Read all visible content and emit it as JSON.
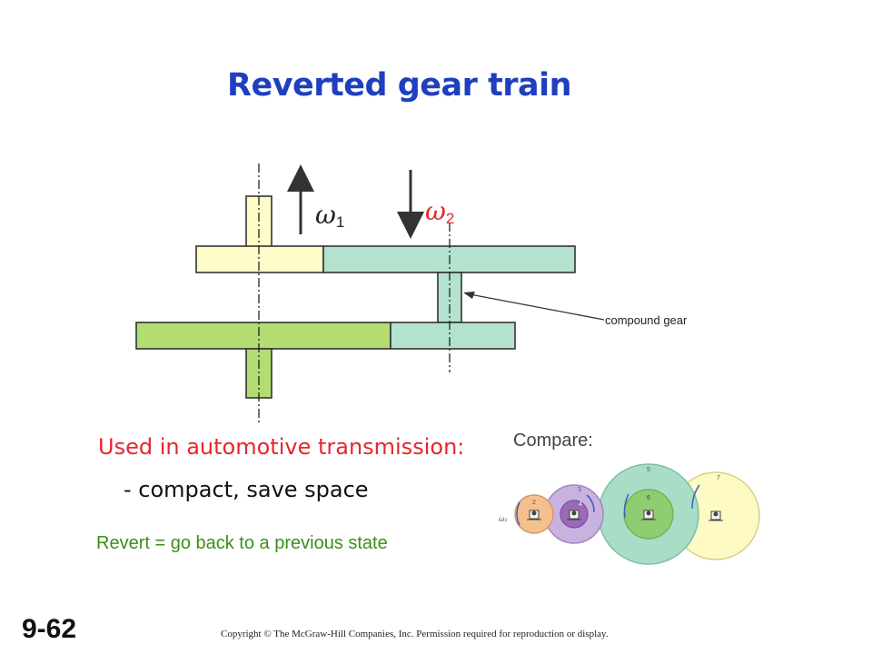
{
  "slide": {
    "title": "Reverted gear train",
    "used_in": "Used in automotive transmission:",
    "bullet": "- compact, save space",
    "definition": "Revert = go back to a previous state",
    "compare_label": "Compare:",
    "slide_number": "9-62",
    "copyright": "Copyright © The McGraw-Hill Companies, Inc. Permission required for reproduction or display."
  },
  "diagram": {
    "omega1_symbol": "ω",
    "omega1_sub": "1",
    "omega2_symbol": "ω",
    "omega2_sub": "2",
    "compound_label": "compound gear"
  },
  "gears_image": {
    "gear_numbers": [
      "2",
      "3",
      "4",
      "5",
      "6",
      "7"
    ],
    "input_label": "ω₂"
  },
  "colors": {
    "title": "#1f3fbf",
    "highlight": "#e6262d",
    "definition": "#3a8f1a",
    "yellow_gear": "#fefcc8",
    "teal_gear": "#b3e3cf",
    "green_gear": "#b3dc72",
    "compare_orange": "#f4c08e",
    "compare_purple": "#c9b2e0",
    "compare_teal": "#a9ddc6",
    "compare_yellow": "#fdfbc3"
  }
}
